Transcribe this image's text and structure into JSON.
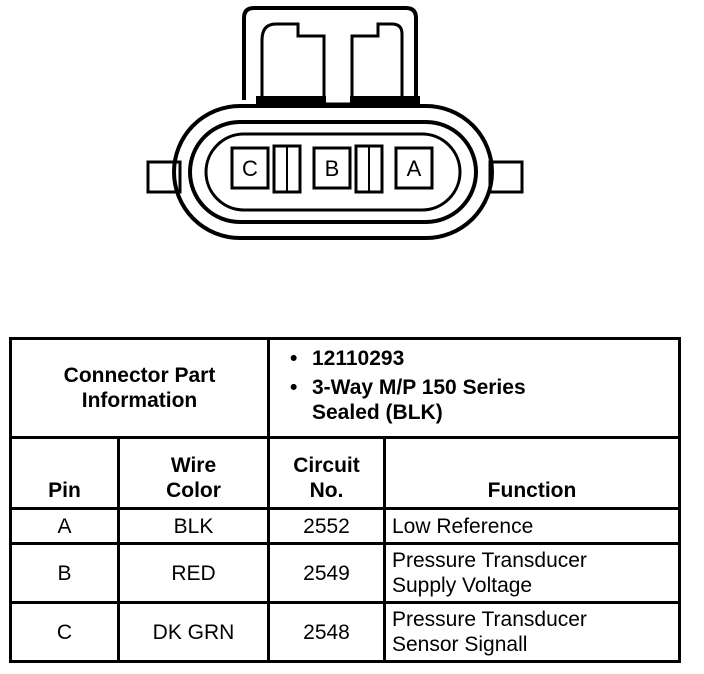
{
  "connector": {
    "pins": [
      "C",
      "B",
      "A"
    ]
  },
  "info": {
    "title_line1": "Connector Part",
    "title_line2": "Information",
    "bullet1": "12110293",
    "bullet2_line1": "3-Way M/P 150 Series",
    "bullet2_line2": "Sealed (BLK)"
  },
  "columns": {
    "pin": "Pin",
    "wire_line1": "Wire",
    "wire_line2": "Color",
    "circuit_line1": "Circuit",
    "circuit_line2": "No.",
    "function": "Function"
  },
  "rows": [
    {
      "pin": "A",
      "wire": "BLK",
      "circuit": "2552",
      "function_line1": "Low Reference",
      "function_line2": ""
    },
    {
      "pin": "B",
      "wire": "RED",
      "circuit": "2549",
      "function_line1": "Pressure Transducer",
      "function_line2": "Supply Voltage"
    },
    {
      "pin": "C",
      "wire": "DK GRN",
      "circuit": "2548",
      "function_line1": "Pressure Transducer",
      "function_line2": "Sensor Signall"
    }
  ]
}
